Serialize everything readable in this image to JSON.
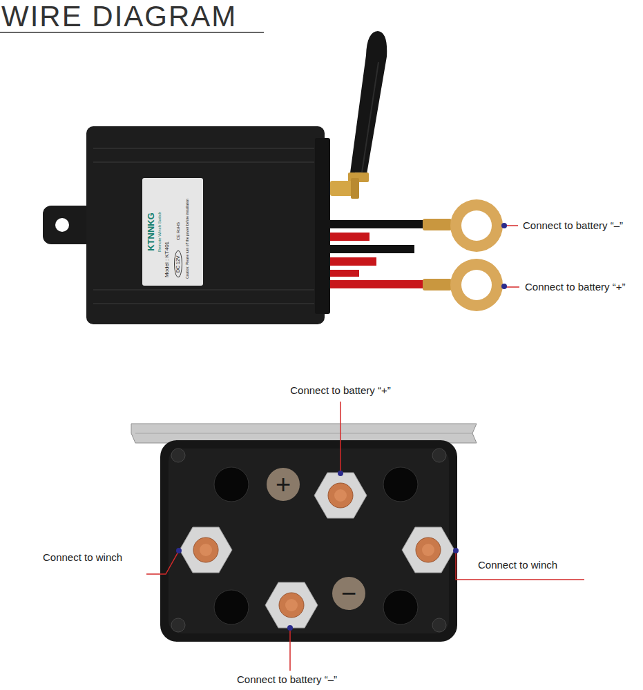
{
  "diagram": {
    "title": "WIRE DIAGRAM",
    "nodes": [
      {
        "text": [
          "KTNNKG",
          "Remote Winch Switch",
          "Model : KT401",
          "CE RoHS",
          "Caution: Please turn off the power before installation"
        ]
      },
      {
        "text": [
          "DC 12V"
        ],
        "in": 0
      }
    ],
    "labels": [
      "Connect to battery “–”",
      "Connect to battery “+”",
      "Connect to battery “+”",
      "+",
      "Connect to winch",
      "Connect to winch",
      "−",
      "Connect to battery “–”"
    ]
  }
}
